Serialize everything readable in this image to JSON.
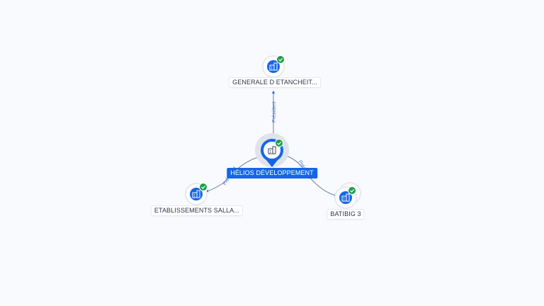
{
  "nodes": [
    {
      "id": "center",
      "label": "HÉLIOS DÉVELOPPEMENT",
      "type": "company",
      "status": "verified",
      "selected": true,
      "icon": "building-icon"
    },
    {
      "id": "top",
      "label": "GENERALE D ETANCHEIT...",
      "type": "company",
      "status": "verified",
      "icon": "building-icon"
    },
    {
      "id": "left",
      "label": "ETABLISSEMENTS SALLA...",
      "type": "company",
      "status": "verified",
      "icon": "building-icon"
    },
    {
      "id": "right",
      "label": "BATIBIG 3",
      "type": "company",
      "status": "verified",
      "stacked": true,
      "icon": "building-icon"
    }
  ],
  "edges": [
    {
      "from": "center",
      "to": "top",
      "label": "Président"
    },
    {
      "from": "center",
      "to": "left",
      "label": "Président"
    },
    {
      "from": "center",
      "to": "right",
      "label": "Président"
    }
  ],
  "colors": {
    "background": "#f8fafd",
    "accent": "#1565e8",
    "verified": "#1e9e4a",
    "edge": "#6f7c99",
    "edge_label": "#4a7bd8"
  }
}
